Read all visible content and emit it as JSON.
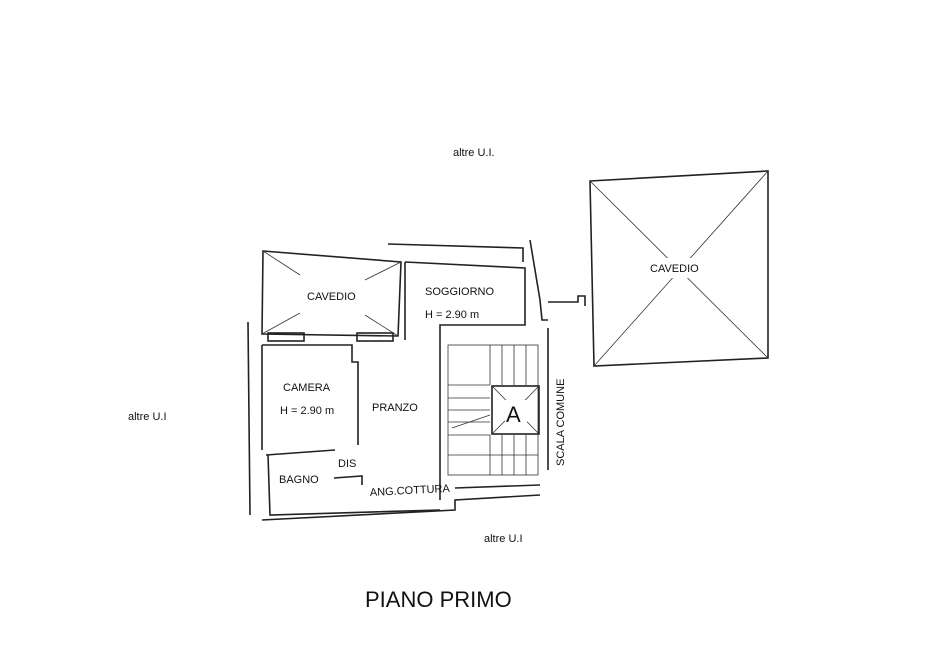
{
  "title": "PIANO PRIMO",
  "neighbours": {
    "top": "altre U.I.",
    "left": "altre U.I",
    "bottom": "altre U.I"
  },
  "rooms": {
    "cavedio_left": "CAVEDIO",
    "cavedio_right": "CAVEDIO",
    "soggiorno": "SOGGIORNO",
    "soggiorno_height": "H = 2.90 m",
    "camera": "CAMERA",
    "camera_height": "H = 2.90 m",
    "pranzo": "PRANZO",
    "dis": "DIS",
    "bagno": "BAGNO",
    "ang_cottura": "ANG.COTTURA",
    "scala": "SCALA COMUNE",
    "lift": "A"
  }
}
